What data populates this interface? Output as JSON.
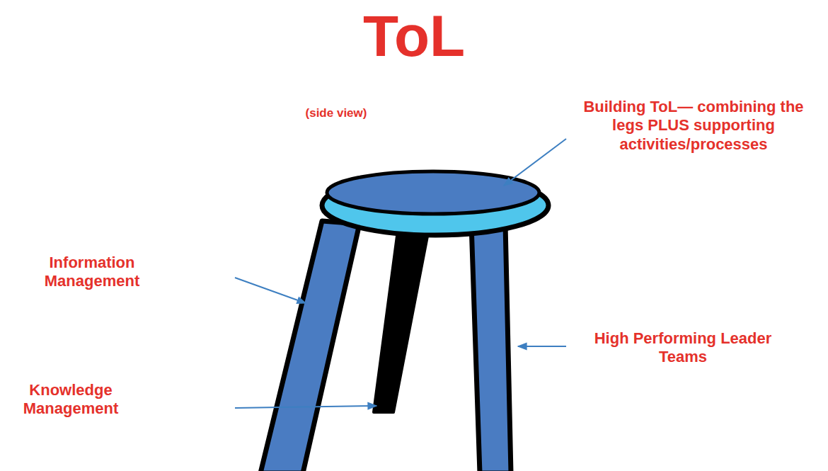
{
  "diagram": {
    "title": "ToL",
    "labels": [
      "(side view)",
      "Building ToL— combining the legs PLUS supporting activities/processes",
      "Information Management",
      "Knowledge Management",
      "High Performing Leader Teams"
    ]
  }
}
